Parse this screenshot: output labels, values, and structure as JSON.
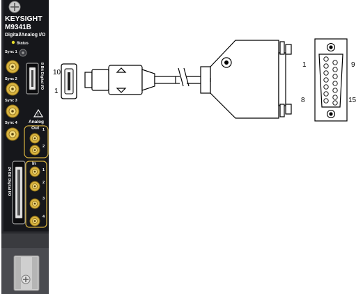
{
  "panel": {
    "brand": "KEYSIGHT",
    "model": "M9341B",
    "subtitle": "Digital/Analog I/O",
    "status_label": "Status",
    "sync_labels": [
      "Sync 1",
      "Sync 2",
      "Sync 3",
      "Sync 4"
    ],
    "digital_io_8bit": "8 Bit Digital I/O",
    "digital_io_24bit": "24 Bit Digital I/O",
    "analog_out_line1": "Analog",
    "analog_out_line2": "Out",
    "analog_out_channels": [
      "1",
      "2"
    ],
    "analog_in_label": "In",
    "analog_in_channels": [
      "1",
      "2",
      "3",
      "4"
    ],
    "colors": {
      "panel": "#16171b",
      "connector_gold": "#d8b340",
      "status_led": "#e6dc2a"
    }
  },
  "cable_receptacle": {
    "pin_top": "10",
    "pin_bottom": "1"
  },
  "dsub": {
    "pin_top_left": "1",
    "pin_top_right": "9",
    "pin_bottom_left": "8",
    "pin_bottom_right": "15"
  }
}
